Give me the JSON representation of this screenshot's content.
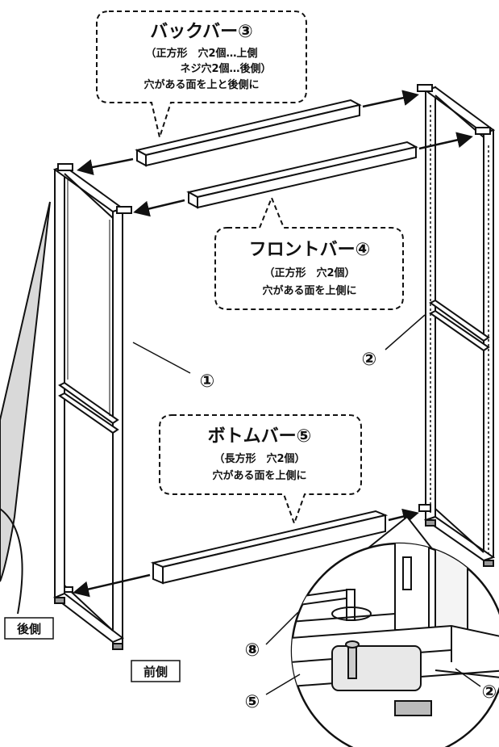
{
  "callouts": {
    "back_bar": {
      "title": "バックバー③",
      "line1": "（正方形　穴2個…上側",
      "line2": "ネジ穴2個…後側）",
      "line3": "穴がある面を上と後側に"
    },
    "front_bar": {
      "title": "フロントバー④",
      "line1": "（正方形　穴2個）",
      "line2": "穴がある面を上側に"
    },
    "bottom_bar": {
      "title": "ボトムバー⑤",
      "line1": "（長方形　穴2個）",
      "line2": "穴がある面を上側に"
    }
  },
  "part_numbers": {
    "left_frame": "①",
    "right_frame": "②",
    "detail_part2": "②",
    "detail_screw": "⑧",
    "detail_bottom_bar": "⑤"
  },
  "side_labels": {
    "rear": "後側",
    "front": "前側"
  }
}
